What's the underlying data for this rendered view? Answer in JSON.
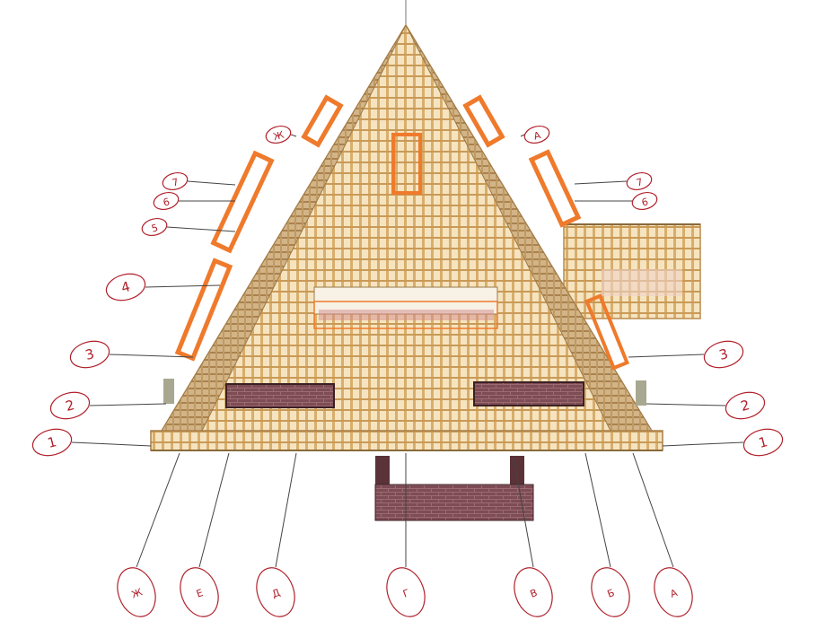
{
  "colors": {
    "background": "#ffffff",
    "timber_light": "#f1d6a4",
    "timber_mid": "#d9b273",
    "timber_dark": "#b88a4a",
    "window_orange": "#ef7a2c",
    "brick": "#7b4a52",
    "brick_dark": "#5b3238",
    "axis_line": "#444444",
    "bubble_stroke": "#b0202a",
    "bubble_text": "#b0202a"
  },
  "axes": {
    "rows_left": [
      "1",
      "2",
      "3",
      "4",
      "5",
      "6",
      "7",
      "Ж"
    ],
    "rows_right": [
      "1",
      "2",
      "3",
      "7",
      "6",
      "А"
    ],
    "bottom": [
      "Ж",
      "Е",
      "Д",
      "Г",
      "В",
      "Б",
      "А"
    ]
  }
}
